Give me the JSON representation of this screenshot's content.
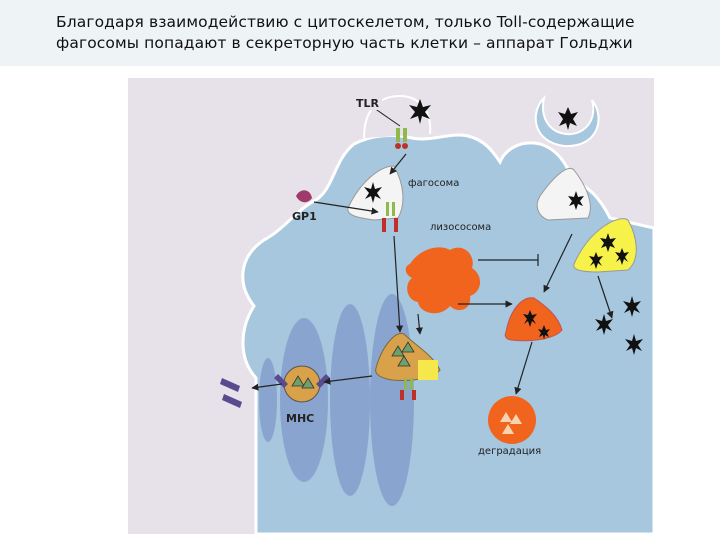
{
  "title": {
    "line1": "Благодаря взаимодействию с цитоскелетом, только Toll-содержащие",
    "line2": "фагосомы попадают в секреторную часть клетки – аппарат Гольджи"
  },
  "diagram": {
    "labels": {
      "tlr": "TLR",
      "phagosome": "фагосома",
      "gp1": "GP1",
      "lysosome": "лизососома",
      "mhc": "MHC",
      "degradation": "деградация"
    },
    "colors": {
      "background": "#e7e2ea",
      "cytoplasm": "#a6c7dd",
      "cell_edge": "#ffffff",
      "golgi": "#8aa4d0",
      "lysosome": "#f0641e",
      "golgi_vesicle": "#d9a24a",
      "yellow_cell": "#f6f24a",
      "receptor_green": "#8fb94a",
      "receptor_red": "#c0302a",
      "mhc_purple": "#5a4a8e"
    }
  }
}
